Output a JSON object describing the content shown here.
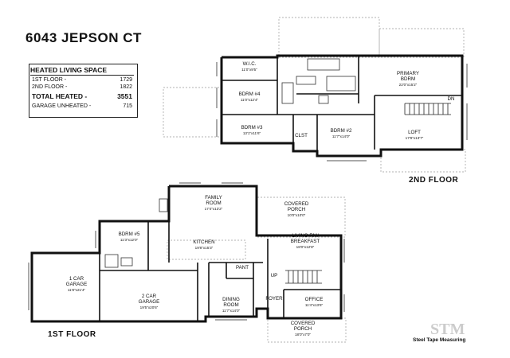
{
  "title": "6043 JEPSON CT",
  "area_table": {
    "heading": "HEATED LIVING SPACE",
    "rows": [
      {
        "label": "1ST FLOOR -",
        "value": "1729"
      },
      {
        "label": "2ND FLOOR -",
        "value": "1822"
      },
      {
        "label": "TOTAL HEATED -",
        "value": "3551"
      },
      {
        "label": "GARAGE UNHEATED -",
        "value": "715"
      }
    ]
  },
  "second_floor": {
    "label": "2ND FLOOR",
    "rooms": [
      {
        "name": "W.I.C.",
        "dims": "11'0\"x9'5\""
      },
      {
        "name": "PRIMARY\nBDRM",
        "dims": "22'0\"x15'2\""
      },
      {
        "name": "BDRM #4",
        "dims": "11'0\"x12'4\""
      },
      {
        "name": "BDRM #3",
        "dims": "13'1\"x11'6\""
      },
      {
        "name": "BDRM #2",
        "dims": "11'7\"x14'0\""
      },
      {
        "name": "LOFT",
        "dims": "17'9\"x13'7\""
      },
      {
        "name": "CLST",
        "dims": ""
      },
      {
        "name": "DN",
        "dims": ""
      }
    ]
  },
  "first_floor": {
    "label": "1ST FLOOR",
    "rooms": [
      {
        "name": "FAMILY\nROOM",
        "dims": "17'4\"x13'2\""
      },
      {
        "name": "COVERED\nPORCH",
        "dims": "10'0\"x10'0\""
      },
      {
        "name": "BDRM #5",
        "dims": "11'3\"x12'0\""
      },
      {
        "name": "KITCHEN",
        "dims": "19'8\"x15'3\""
      },
      {
        "name": "LIVING RM/\nBREAKFAST",
        "dims": "18'0\"x12'8\""
      },
      {
        "name": "1 CAR\nGARAGE",
        "dims": "11'8\"x21'4\""
      },
      {
        "name": "2 CAR\nGARAGE",
        "dims": "19'5\"x20'6\""
      },
      {
        "name": "PANT",
        "dims": ""
      },
      {
        "name": "DINING\nROOM",
        "dims": "11'7\"x14'0\""
      },
      {
        "name": "FOYER",
        "dims": ""
      },
      {
        "name": "OFFICE",
        "dims": "11'4\"x13'6\""
      },
      {
        "name": "COVERED\nPORCH",
        "dims": "18'0\"x7'0\""
      },
      {
        "name": "UP",
        "dims": ""
      }
    ]
  },
  "brand": "Steel Tape Measuring"
}
